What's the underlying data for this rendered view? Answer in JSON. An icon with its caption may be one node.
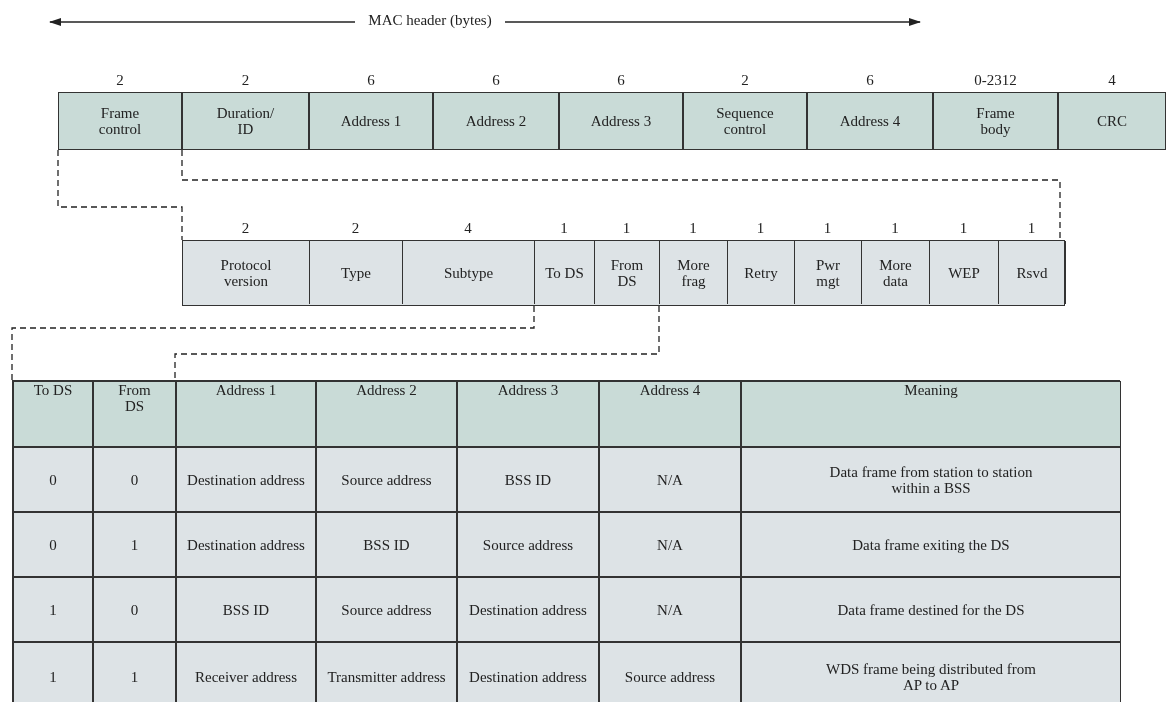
{
  "diagram": {
    "nodes": [
      {
        "text": [
          "Frame control"
        ],
        "beside": [
          "2"
        ]
      },
      {
        "text": [
          "Duration/ ID"
        ],
        "beside": [
          "2"
        ]
      },
      {
        "text": [
          "Address 1"
        ],
        "beside": [
          "6"
        ]
      },
      {
        "text": [
          "Address 2"
        ],
        "beside": [
          "6"
        ]
      },
      {
        "text": [
          "Address 3"
        ],
        "beside": [
          "6"
        ]
      },
      {
        "text": [
          "Sequence control"
        ],
        "beside": [
          "2"
        ]
      },
      {
        "text": [
          "Address 4"
        ],
        "beside": [
          "6"
        ]
      },
      {
        "text": [
          "Frame body"
        ],
        "beside": [
          "0-2312"
        ]
      },
      {
        "text": [
          "CRC"
        ],
        "beside": [
          "4"
        ]
      },
      {
        "text": [],
        "shape": "box"
      },
      {
        "text": [
          "Protocol version"
        ],
        "beside": [
          "2"
        ],
        "in": 9
      },
      {
        "text": [
          "Type"
        ],
        "beside": [
          "2"
        ],
        "in": 9
      },
      {
        "text": [
          "Subtype"
        ],
        "beside": [
          "4"
        ],
        "in": 9
      },
      {
        "text": [
          "To DS"
        ],
        "beside": [
          "1"
        ],
        "in": 9
      },
      {
        "text": [
          "From DS"
        ],
        "beside": [
          "1"
        ],
        "in": 9
      },
      {
        "text": [
          "More frag"
        ],
        "beside": [
          "1"
        ],
        "in": 9
      },
      {
        "text": [
          "Retry"
        ],
        "beside": [
          "1"
        ],
        "in": 9
      },
      {
        "text": [
          "Pwr mgt"
        ],
        "beside": [
          "1"
        ],
        "in": 9
      },
      {
        "text": [
          "More data"
        ],
        "beside": [
          "1"
        ],
        "in": 9
      },
      {
        "text": [
          "WEP"
        ],
        "beside": [
          "1"
        ],
        "in": 9
      },
      {
        "text": [
          "Rsvd"
        ],
        "beside": [
          "1"
        ],
        "in": 9
      },
      {
        "text": [],
        "shape": "box"
      }
    ],
    "edges": [
      {
        "from": 0,
        "to": 9,
        "arrow": "none",
        "style": "dashed"
      },
      {
        "from": 0,
        "to": 9,
        "arrow": "none",
        "style": "dashed"
      },
      {
        "from": 13,
        "to": 21,
        "arrow": "none",
        "style": "dashed"
      },
      {
        "from": 14,
        "to": 21,
        "arrow": "none",
        "style": "dashed"
      }
    ],
    "labels": [
      "MAC header (bytes)",
      "To DS",
      "From DS",
      "Address 1",
      "Address 2",
      "Address 3",
      "Address 4",
      "Meaning",
      "0",
      "0",
      "Destination address",
      "Source address",
      "BSS ID",
      "N/A",
      "Data frame from station to station within a BSS",
      "0",
      "1",
      "Destination address",
      "BSS ID",
      "Source address",
      "N/A",
      "Data frame exiting the DS",
      "1",
      "0",
      "BSS ID",
      "Source address",
      "Destination address",
      "N/A",
      "Data frame destined for the DS",
      "1",
      "1",
      "Receiver address",
      "Transmitter address",
      "Destination address",
      "Source address",
      "WDS frame being distributed from AP to AP"
    ]
  }
}
